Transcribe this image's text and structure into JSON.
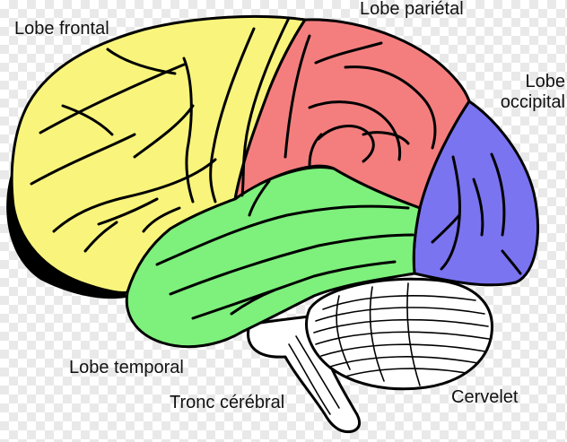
{
  "labels": {
    "frontal": "Lobe frontal",
    "parietal": "Lobe pariétal",
    "occipital_line1": "Lobe",
    "occipital_line2": "occipital",
    "temporal": "Lobe temporal",
    "brainstem": "Tronc cérébral",
    "cerebellum": "Cervelet"
  },
  "colors": {
    "frontal": "#f9f57c",
    "parietal": "#f47e7e",
    "occipital": "#7a74f0",
    "temporal": "#7ef07c",
    "cerebellum": "#ffffff",
    "outline": "#000000"
  }
}
